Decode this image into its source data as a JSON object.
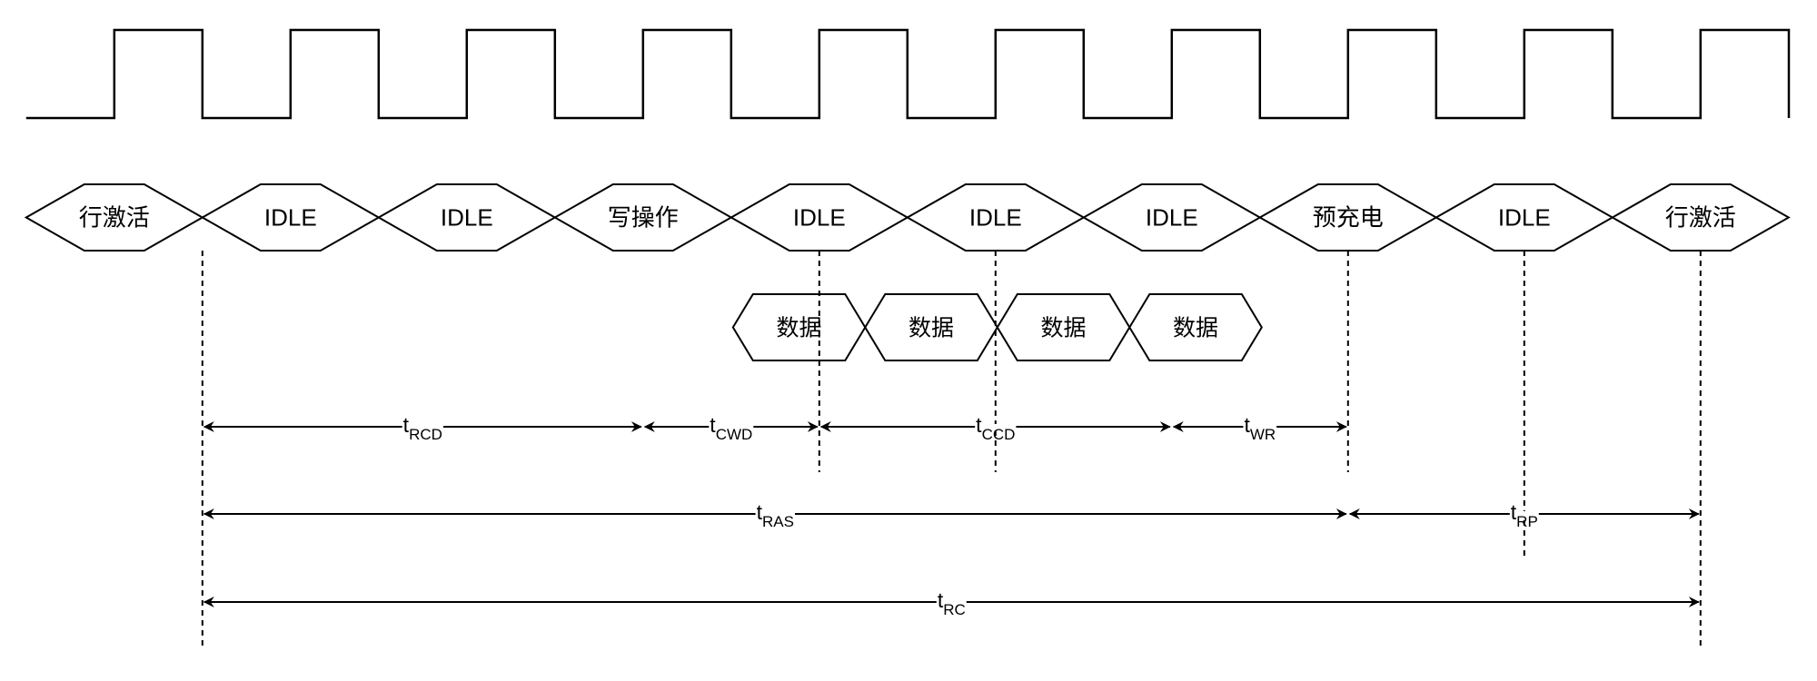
{
  "commands": [
    "行激活",
    "IDLE",
    "IDLE",
    "写操作",
    "IDLE",
    "IDLE",
    "IDLE",
    "预充电",
    "IDLE",
    "行激活"
  ],
  "data_cells": [
    "数据",
    "数据",
    "数据",
    "数据"
  ],
  "timings": [
    {
      "main": "t",
      "sub": "RCD"
    },
    {
      "main": "t",
      "sub": "CWD"
    },
    {
      "main": "t",
      "sub": "CCD"
    },
    {
      "main": "t",
      "sub": "WR"
    },
    {
      "main": "t",
      "sub": "RAS"
    },
    {
      "main": "t",
      "sub": "RP"
    },
    {
      "main": "t",
      "sub": "RC"
    }
  ],
  "clock_cycles": 10
}
